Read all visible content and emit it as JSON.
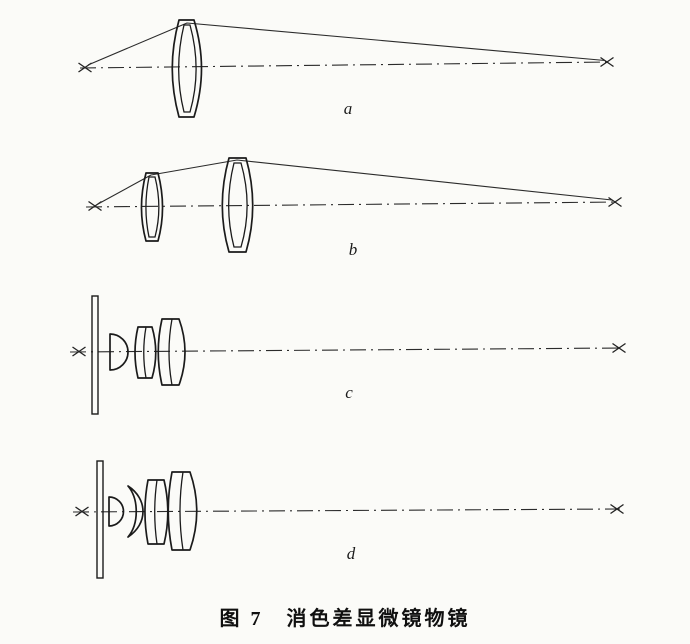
{
  "figure": {
    "caption": "图 7　消色差显微镜物镜",
    "panels": [
      {
        "label": "a"
      },
      {
        "label": "b"
      },
      {
        "label": "c"
      },
      {
        "label": "d"
      }
    ]
  },
  "colors": {
    "ink": "#1b1b1b",
    "paper": "#fbfbf8"
  }
}
